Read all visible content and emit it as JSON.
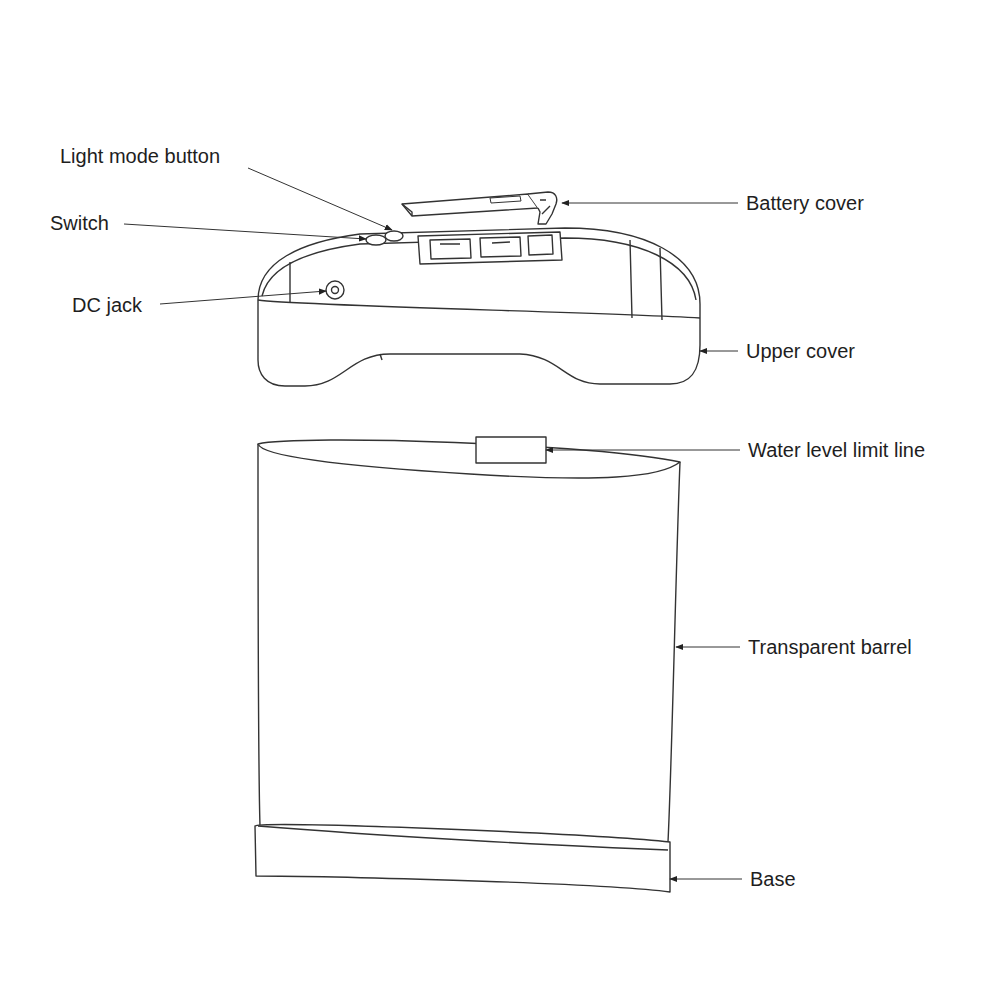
{
  "diagram": {
    "labels": [
      "Light mode button",
      "Switch",
      "DC jack",
      "Battery cover",
      "Upper cover",
      "Water level limit line",
      "Transparent barrel",
      "Base"
    ]
  }
}
